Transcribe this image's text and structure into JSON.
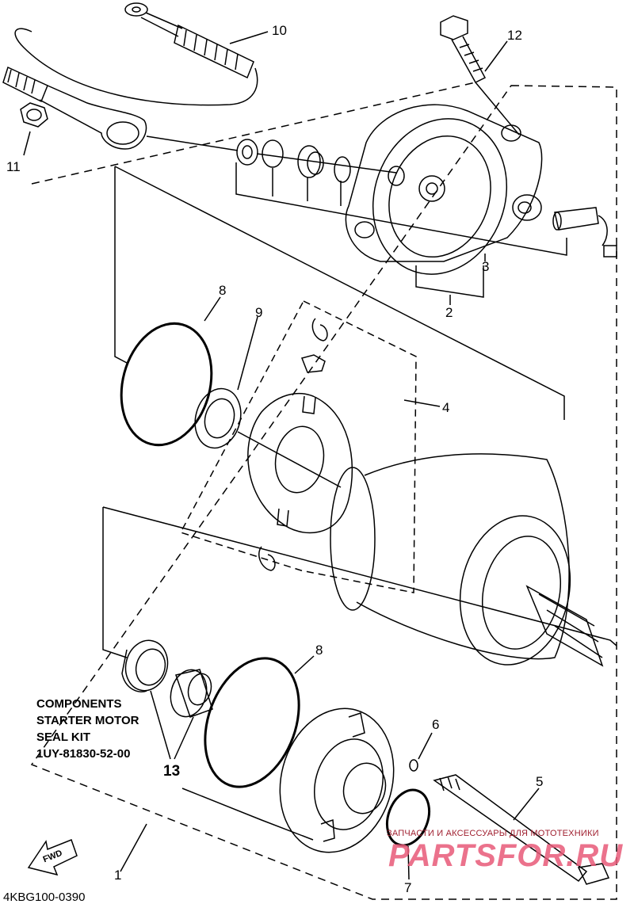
{
  "callouts": {
    "c1": "1",
    "c2": "2",
    "c3": "3",
    "c4": "4",
    "c5": "5",
    "c6": "6",
    "c7": "7",
    "c8a": "8",
    "c8b": "8",
    "c9": "9",
    "c10": "10",
    "c11": "11",
    "c12": "12",
    "c13": "13"
  },
  "note": {
    "line1": "COMPONENTS",
    "line2": "STARTER MOTOR",
    "line3": "SEAL KIT",
    "line4": "1UY-81830-52-00"
  },
  "diagram_code": "4KBG100-0390",
  "fwd_label": "FWD",
  "watermark": {
    "tagline": "ЗАПЧАСТИ И АКСЕССУАРЫ ДЛЯ МОТОТЕХНИКИ",
    "logo": "PARTSFOR.RU"
  },
  "colors": {
    "line": "#000000",
    "watermark": "#e85a78"
  }
}
